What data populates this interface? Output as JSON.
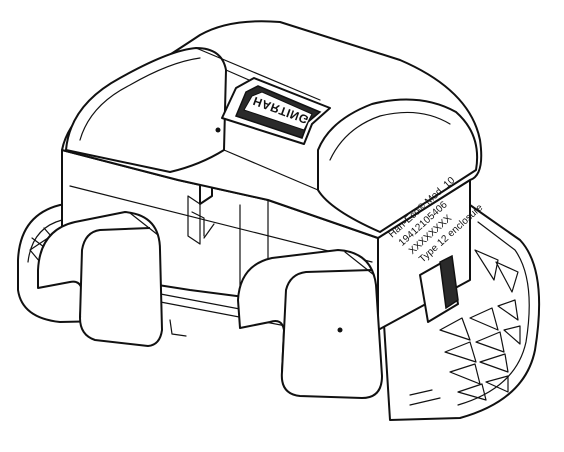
{
  "product": {
    "brand_logo_text": "HARTING",
    "label_lines": [
      "Han-Eco® Mod. 10",
      "19412105406",
      "XXXXXXXX",
      "Type 12 enclosure"
    ]
  },
  "colors": {
    "line": "#111111",
    "background": "#ffffff",
    "shading": "#2a2a2a"
  }
}
